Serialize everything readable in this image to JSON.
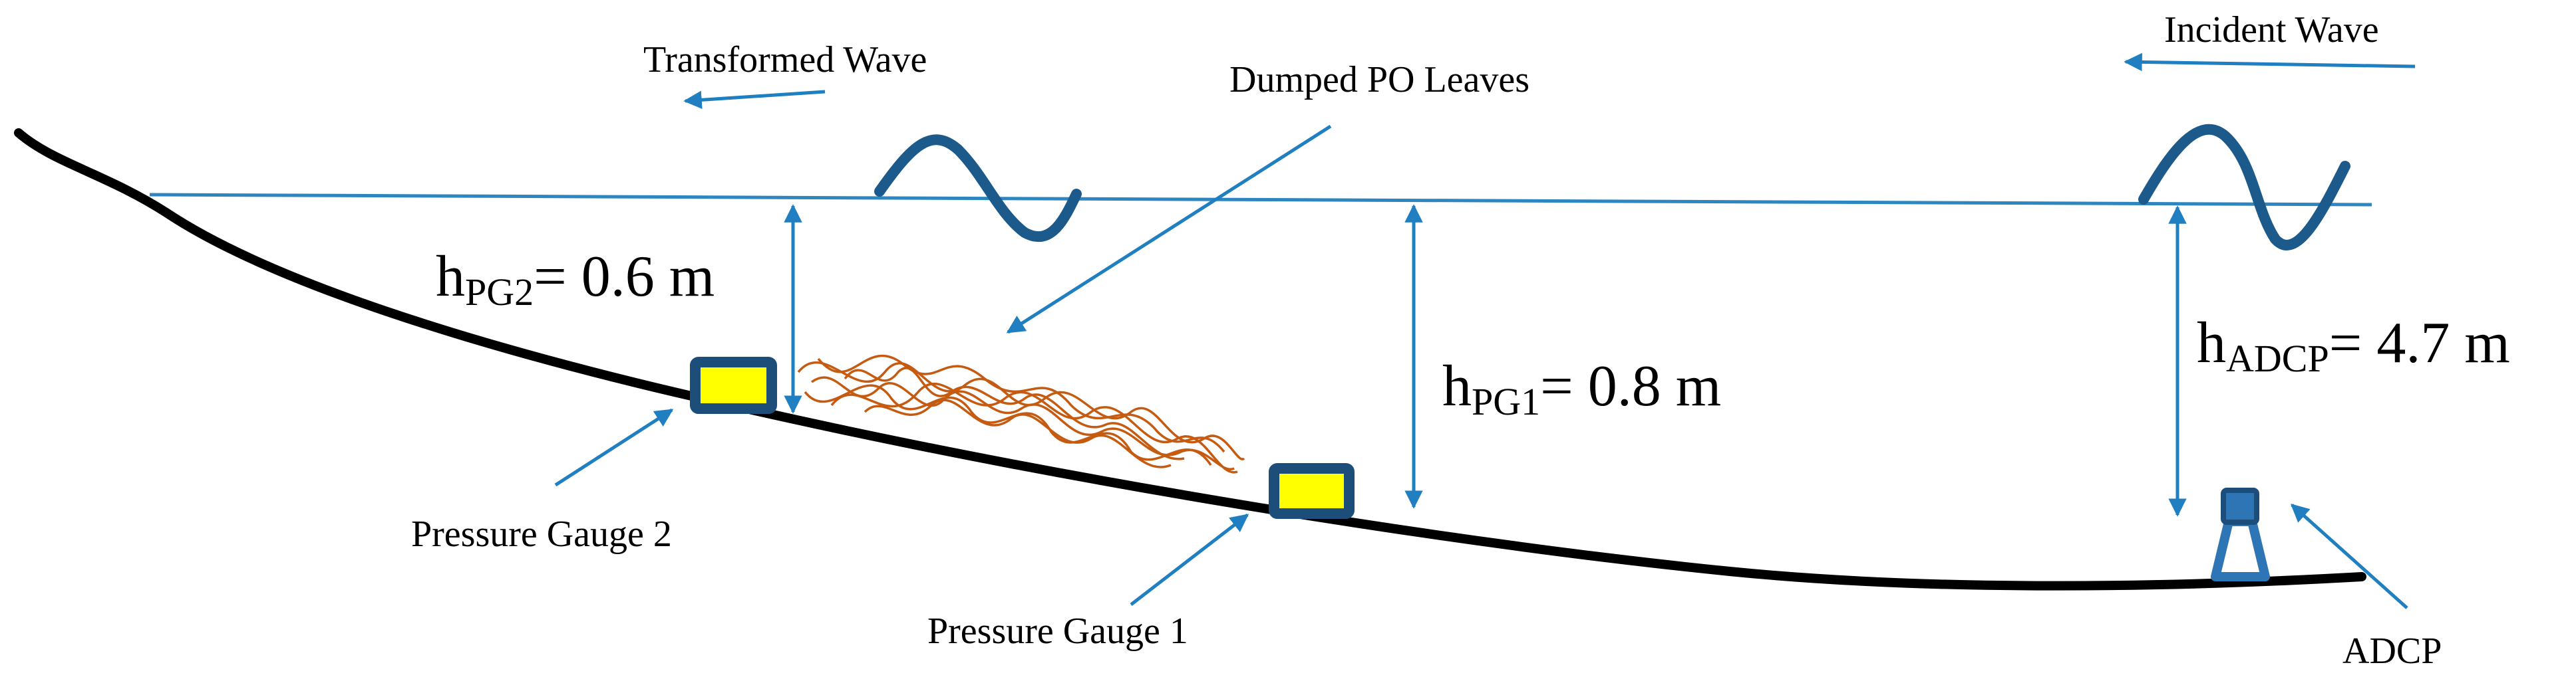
{
  "labels": {
    "transformed_wave": "Transformed Wave",
    "incident_wave": "Incident Wave",
    "dumped_po_leaves": "Dumped PO Leaves",
    "pressure_gauge_2": "Pressure Gauge 2",
    "pressure_gauge_1": "Pressure Gauge 1",
    "adcp": "ADCP"
  },
  "depths": {
    "pg2": {
      "symbol": "h",
      "subscript": "PG2",
      "value_text": "= 0.6 m"
    },
    "pg1": {
      "symbol": "h",
      "subscript": "PG1",
      "value_text": "= 0.8 m"
    },
    "adcp": {
      "symbol": "h",
      "subscript": "ADCP",
      "value_text": "= 4.7 m"
    }
  },
  "colors": {
    "water_line": "#2e86c1",
    "arrow": "#1f7fc0",
    "wave": "#1b5a8a",
    "seabed": "#000000",
    "gauge_fill": "#ffff00",
    "gauge_border": "#1d4e79",
    "leaves": "#c55a11",
    "adcp_body": "#2e75b6",
    "adcp_head": "#1d4e79"
  }
}
